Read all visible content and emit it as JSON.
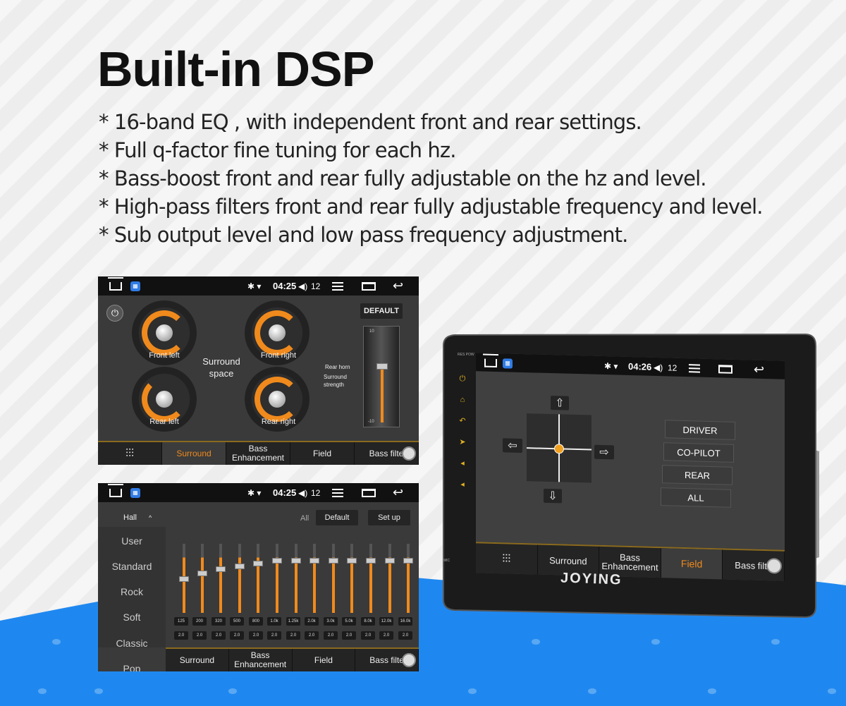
{
  "header": {
    "title": "Built-in DSP",
    "bullets": [
      "* 16-band EQ , with independent front and rear settings.",
      "* Full q-factor fine tuning for each hz.",
      "* Bass-boost front and rear fully adjustable on the hz and level.",
      "* High-pass filters front and rear fully adjustable frequency and level.",
      "* Sub output level and  low pass frequency adjustment."
    ]
  },
  "status": {
    "time": "04:25",
    "volume": "12",
    "bt_wifi": "✱ ▾",
    "speaker": "◀)"
  },
  "surround_panel": {
    "default_label": "DEFAULT",
    "knobs": [
      "Front left",
      "Front right",
      "Rear left",
      "Rear right"
    ],
    "surround_label": "Surround space",
    "rear_horn_label": "Rear horn",
    "surround_strength_label": "Surround strength",
    "slider_top": "10",
    "slider_bottom": "-10",
    "tabs": [
      "",
      "Surround",
      "Bass Enhancement",
      "Field",
      "Bass filte"
    ]
  },
  "eq_panel": {
    "preset_title": "Hall",
    "preset_chevron": "^",
    "presets": [
      "User",
      "Standard",
      "Rock",
      "Soft",
      "Classic",
      "Pop"
    ],
    "all_label": "All",
    "default_label": "Default",
    "setup_label": "Set up",
    "frequencies": [
      "125",
      "200",
      "320",
      "500",
      "800",
      "1.0k",
      "1.25k",
      "2.0k",
      "3.0k",
      "5.0k",
      "8.0k",
      "12.0k",
      "16.0k"
    ],
    "q_values": [
      "2.0",
      "2.0",
      "2.0",
      "2.0",
      "2.0",
      "2.0",
      "2.0",
      "2.0",
      "2.0",
      "2.0",
      "2.0",
      "2.0",
      "2.0"
    ],
    "tabs": [
      "Surround",
      "Bass Enhancement",
      "Field",
      "Bass filte"
    ]
  },
  "device": {
    "time": "04:26",
    "volume": "12",
    "brand": "JOYING",
    "corner_label": "RES POW",
    "mic_label": "MIC",
    "positions": [
      "DRIVER",
      "CO-PILOT",
      "REAR",
      "ALL"
    ],
    "tabs": [
      "",
      "Surround",
      "Bass Enhancement",
      "Field",
      "Bass filte"
    ]
  },
  "colors": {
    "accent": "#f08a1c",
    "background_blue": "#1f88f0",
    "panel": "#3a3a3a"
  },
  "icons": [
    "home-icon",
    "app-icon",
    "bluetooth-icon",
    "wifi-icon",
    "volume-icon",
    "menu-icon",
    "window-icon",
    "back-icon",
    "power-icon",
    "equalizer-icon",
    "arrow-up-icon",
    "arrow-down-icon",
    "arrow-left-icon",
    "arrow-right-icon"
  ]
}
